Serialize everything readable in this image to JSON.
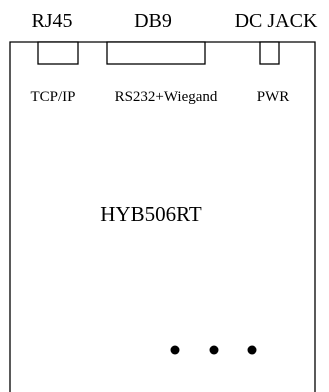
{
  "connectors": {
    "rj45": {
      "name": "RJ45",
      "port": "TCP/IP"
    },
    "db9": {
      "name": "DB9",
      "port": "RS232+Wiegand"
    },
    "dc_jack": {
      "name": "DC JACK",
      "port": "PWR"
    }
  },
  "device": {
    "model": "HYB506RT",
    "indicator_count": 3,
    "indicator_color": "#000000"
  },
  "colors": {
    "outline": "#000000",
    "background": "#ffffff"
  }
}
